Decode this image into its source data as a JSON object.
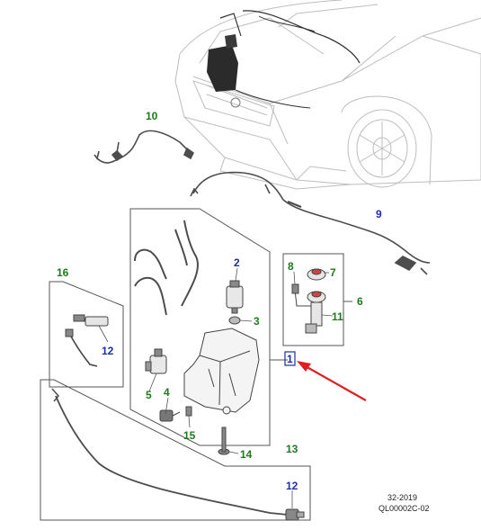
{
  "callouts": {
    "c1": "1",
    "c2": "2",
    "c3": "3",
    "c4": "4",
    "c5": "5",
    "c6": "6",
    "c7": "7",
    "c8": "8",
    "c9": "9",
    "c10": "10",
    "c11": "11",
    "c12a": "12",
    "c12b": "12",
    "c13": "13",
    "c14": "14",
    "c15": "15",
    "c16": "16"
  },
  "footer": {
    "date": "32-2019",
    "code": "QL00002C-02"
  },
  "colors": {
    "green_callout": "#1f7a1f",
    "blue_callout": "#1c2ea8",
    "arrow": "#e02020",
    "line": "#4d4d4d",
    "car": "#bdbdbd"
  },
  "highlight": {
    "selected_callout": "1"
  }
}
